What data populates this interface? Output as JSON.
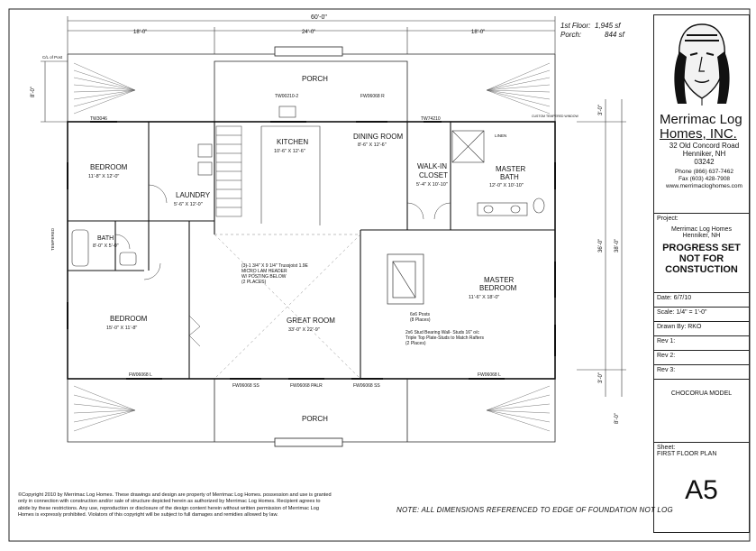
{
  "sheet_stats": {
    "first_floor_label": "1st Floor:",
    "first_floor_value": "1,945 sf",
    "porch_label": "Porch:",
    "porch_value": "844 sf"
  },
  "dimensions": {
    "overall": "60'-0\"",
    "left": "18'-0\"",
    "center": "24'-0\"",
    "right": "18'-0\"",
    "left_top": "8'-0\"",
    "right_side_a": "3'-0\"",
    "right_side_b": "36'-0\"",
    "right_side_c": "38'-0\"",
    "right_side_d": "8'-0\"",
    "right_bottom": "3'-0\""
  },
  "rooms": {
    "porch_top": "PORCH",
    "porch_bottom": "PORCH",
    "kitchen": "KITCHEN",
    "kitchen_dim": "10'-6\" X 12'-6\"",
    "dining": "DINING ROOM",
    "dining_dim": "8'-6\" X 12'-6\"",
    "bedroom1": "BEDROOM",
    "bedroom1_dim": "11'-8\" X 12'-0\"",
    "laundry": "LAUNDRY",
    "laundry_dim": "5'-6\" X 12'-0\"",
    "bath": "BATH",
    "bath_dim": "8'-0\" X 5'-0\"",
    "bedroom2": "BEDROOM",
    "bedroom2_dim": "15'-0\" X 11'-8\"",
    "great": "GREAT ROOM",
    "great_dim": "33'-0\" X 22'-9\"",
    "walkin": "WALK-IN",
    "closet": "CLOSET",
    "walkin_dim": "5'-4\" X 10'-10\"",
    "master_bath": "MASTER",
    "master_bath2": "BATH",
    "master_bath_dim": "12'-0\" X 10'-10\"",
    "master_bed": "MASTER",
    "master_bed2": "BEDROOM",
    "master_bed_dim": "11'-6\" X 18'-0\""
  },
  "notes": {
    "beam": "(3)-1 3/4\" X 9 1/4\" Trussjoist 1.9E",
    "beam2": "MICRO LAM HEADER",
    "beam3": "W/ POSTING BELOW",
    "beam4": "(2 PLACES)",
    "posts": "6x6 Posts",
    "posts2": "(8 Places)",
    "stud": "2x6 Stud Bearing Wall- Studs 16\" o/c",
    "stud2": "Triple Top Plate-Studs to Match Rafters",
    "stud3": "(2 Places)",
    "window_top_l": "TW3046",
    "window_top_m": "TW00210-2",
    "window_top_r": "FW06068 R",
    "window_top_rr": "TW74210",
    "bot_ss": "FW06068 SS",
    "bot_palr": "FW06068 PALR",
    "bot_ss2": "FW06068 SS",
    "bot_l": "FW06068 L",
    "bot_l2": "FW06068 L",
    "cl_post": "C/L of Post",
    "tempered": "TEMPERED",
    "linen": "LINEN",
    "custom": "CUSTOM TEMPERED WINDOW"
  },
  "title_block": {
    "firm_line1": "Merrimac Log",
    "firm_line2": "Homes, INC.",
    "address1": "32 Old Concord Road",
    "address2": "Henniker, NH",
    "address3": "03242",
    "phone": "Phone (866) 637-7462",
    "fax": "Fax (603) 428-7908",
    "web": "www.merrimacloghomes.com",
    "project_label": "Project:",
    "project_name": "Merrimac Log Homes",
    "project_city": "Henniker, NH",
    "progress1": "PROGRESS SET",
    "progress2": "NOT FOR",
    "progress3": "CONSTUCTION",
    "date": "Date:  6/7/10",
    "scale": "Scale:  1/4\" = 1'-0\"",
    "drawn": "Drawn By:  RKO",
    "rev1": "Rev 1:",
    "rev2": "Rev 2:",
    "rev3": "Rev 3:",
    "model": "CHOCORUA MODEL",
    "sheet_label": "Sheet:",
    "sheet_name": "FIRST FLOOR PLAN",
    "sheet_number": "A5"
  },
  "footer": {
    "copyright": "©Copyright 2010 by Merrimac Log Homes. These drawings and design are property of Merrimac Log Homes. possession and use is granted only in connection with construction and/or sale of structure depicted herein as authorized by Merrimac Log Homes. Recipient agrees to abide by these restrictions. Any use, reproduction or disclosure of the design content herein without written permission of Merrimac Log Homes is expressly prohibited. Violators of this copyright will be subject to full damages and remidies allowed by law.",
    "note": "NOTE: ALL DIMENSIONS REFERENCED TO EDGE OF FOUNDATION NOT LOG"
  }
}
